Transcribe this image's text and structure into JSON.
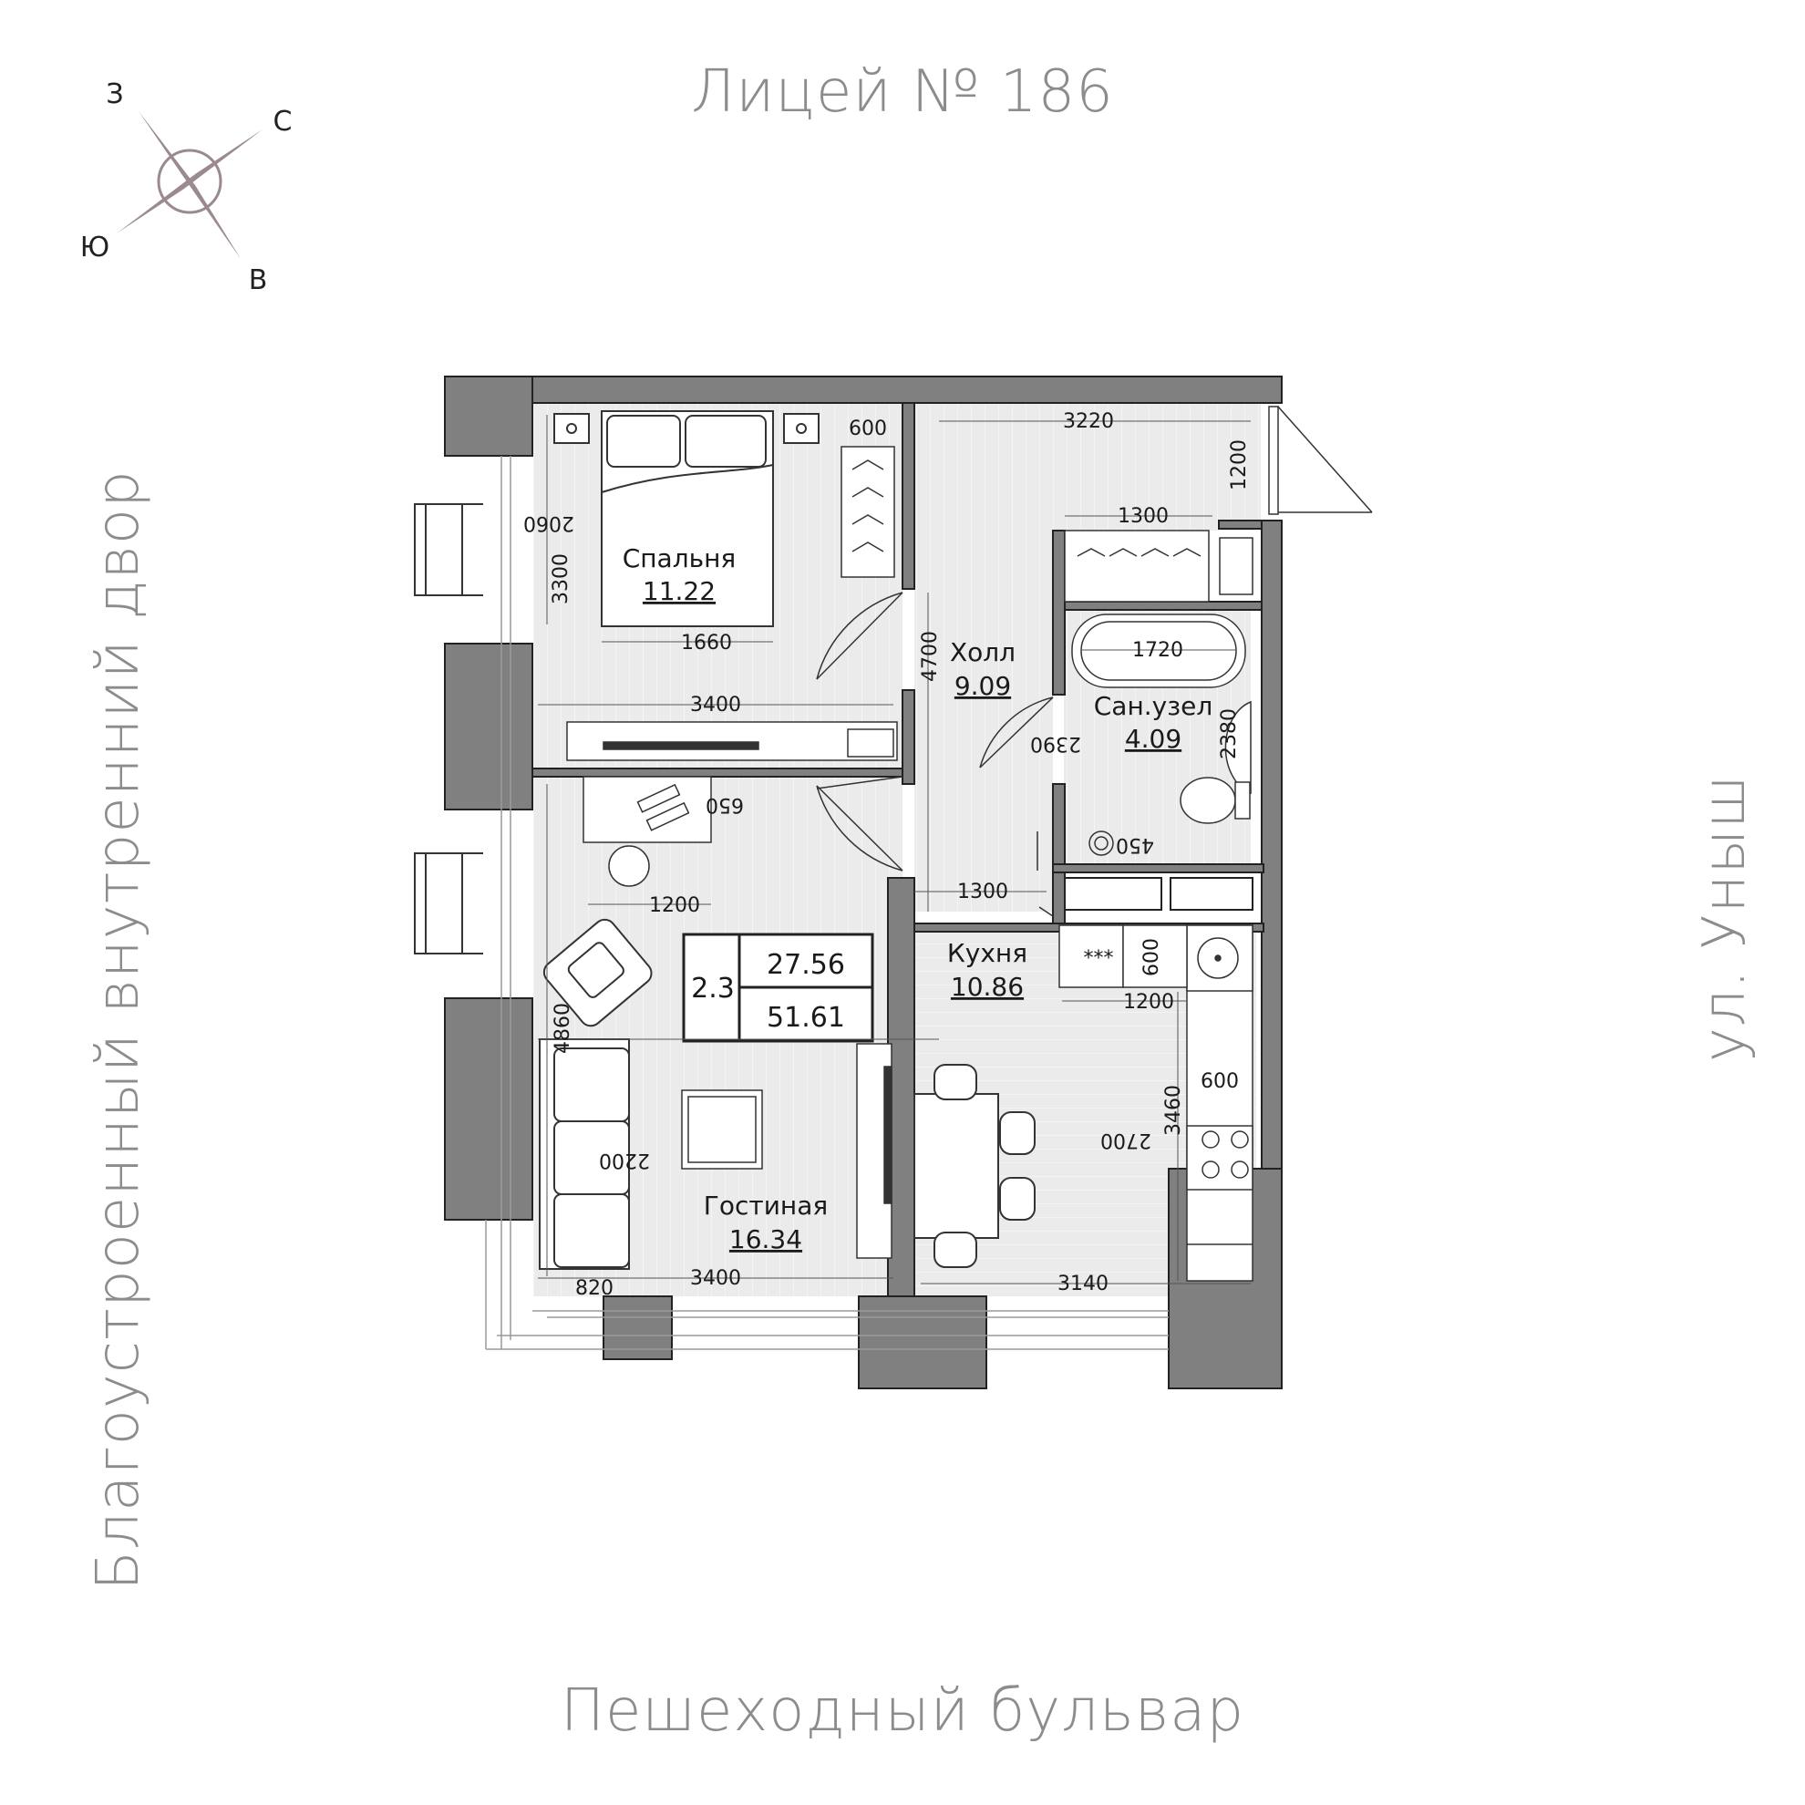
{
  "surroundings": {
    "top": "Лицей № 186",
    "bottom": "Пешеходный бульвар",
    "left": "Благоустроенный внутренний двор",
    "right": "ул. Уныш"
  },
  "compass": {
    "north": "С",
    "east": "В",
    "south": "Ю",
    "west": "З"
  },
  "rooms": {
    "bedroom": {
      "name": "Спальня",
      "area": "11.22"
    },
    "hall": {
      "name": "Холл",
      "area": "9.09"
    },
    "bathroom": {
      "name": "Сан.узел",
      "area": "4.09"
    },
    "kitchen": {
      "name": "Кухня",
      "area": "10.86"
    },
    "living": {
      "name": "Гостиная",
      "area": "16.34"
    }
  },
  "summary": {
    "apartment_number": "2.3",
    "living_area": "27.56",
    "total_area": "51.61"
  },
  "dimensions": {
    "d600_wardrobe": "600",
    "d3220": "3220",
    "d1200_balcony": "1200",
    "d1300_top": "1300",
    "d2060": "2060",
    "d3300": "3300",
    "d1660": "1660",
    "d4700": "4700",
    "d1720": "1720",
    "d3400_bedroom": "3400",
    "d2390": "2390",
    "d2380": "2380",
    "d650": "650",
    "d450": "450",
    "d1200_living": "1200",
    "d1300_hall": "1300",
    "d600_kitchen_top": "600",
    "d1200_kitchen": "1200",
    "d4860": "4860",
    "d600_kitchen": "600",
    "d3460": "3460",
    "d2700": "2700",
    "d2200": "2200",
    "d3400_living": "3400",
    "d3140": "3140",
    "d820": "820",
    "stove_dots": "***"
  }
}
